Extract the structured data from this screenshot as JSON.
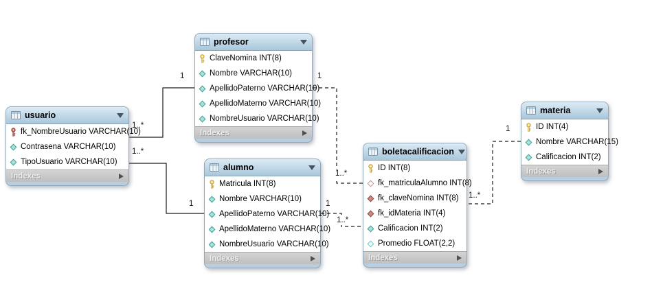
{
  "tables": [
    {
      "name": "usuario",
      "footer": "Indexes",
      "columns": [
        {
          "icon": "primary-foreign-key",
          "label": "fk_NombreUsuario VARCHAR(10)"
        },
        {
          "icon": "column",
          "label": "Contrasena VARCHAR(10)"
        },
        {
          "icon": "column",
          "label": "TipoUsuario VARCHAR(10)"
        }
      ]
    },
    {
      "name": "profesor",
      "footer": "Indexes",
      "columns": [
        {
          "icon": "primary-key",
          "label": "ClaveNomina INT(8)"
        },
        {
          "icon": "column",
          "label": "Nombre VARCHAR(10)"
        },
        {
          "icon": "column",
          "label": "ApellidoPaterno VARCHAR(10)"
        },
        {
          "icon": "column",
          "label": "ApellidoMaterno VARCHAR(10)"
        },
        {
          "icon": "column",
          "label": "NombreUsuario VARCHAR(10)"
        }
      ]
    },
    {
      "name": "alumno",
      "footer": "Indexes",
      "columns": [
        {
          "icon": "primary-key",
          "label": "Matricula INT(8)"
        },
        {
          "icon": "column",
          "label": "Nombre VARCHAR(10)"
        },
        {
          "icon": "column",
          "label": "ApellidoPaterno VARCHAR(10)"
        },
        {
          "icon": "column",
          "label": "ApellidoMaterno VARCHAR(10)"
        },
        {
          "icon": "column",
          "label": "NombreUsuario VARCHAR(10)"
        }
      ]
    },
    {
      "name": "boletacalificacion",
      "footer": "Indexes",
      "columns": [
        {
          "icon": "primary-key",
          "label": "ID INT(8)"
        },
        {
          "icon": "foreign-key-nullable",
          "label": "fk_matriculaAlumno INT(8)"
        },
        {
          "icon": "foreign-key",
          "label": "fk_claveNomina INT(8)"
        },
        {
          "icon": "foreign-key",
          "label": "fk_idMateria INT(4)"
        },
        {
          "icon": "column",
          "label": "Calificacion INT(2)"
        },
        {
          "icon": "column-nullable",
          "label": "Promedio FLOAT(2,2)"
        }
      ]
    },
    {
      "name": "materia",
      "footer": "Indexes",
      "columns": [
        {
          "icon": "primary-key",
          "label": "ID INT(4)"
        },
        {
          "icon": "column",
          "label": "Nombre VARCHAR(15)"
        },
        {
          "icon": "column",
          "label": "Calificacion INT(2)"
        }
      ]
    }
  ],
  "connections": [
    {
      "from_table": "usuario",
      "to_table": "profesor",
      "from_label": "1..*",
      "to_label": "1",
      "line": "solid"
    },
    {
      "from_table": "usuario",
      "to_table": "alumno",
      "from_label": "1..*",
      "to_label": "1",
      "line": "solid"
    },
    {
      "from_table": "profesor",
      "to_table": "boletacalificacion",
      "from_label": "1",
      "to_label": "1..*",
      "line": "dashed"
    },
    {
      "from_table": "alumno",
      "to_table": "boletacalificacion",
      "from_label": "1",
      "to_label": "1..*",
      "line": "dashed"
    },
    {
      "from_table": "materia",
      "to_table": "boletacalificacion",
      "from_label": "1",
      "to_label": "1..*",
      "line": "dashed"
    }
  ],
  "colors": {
    "header_blue": "#b7cfe0",
    "footer_grey": "#c9c9c9",
    "primary_key_yellow": "#f2dc72",
    "primary_foreign_key_red": "#c96a5f",
    "column_cyan": "#a9e2da",
    "foreign_key_red": "#cb8b83",
    "wire_black": "#1c1c1c"
  }
}
